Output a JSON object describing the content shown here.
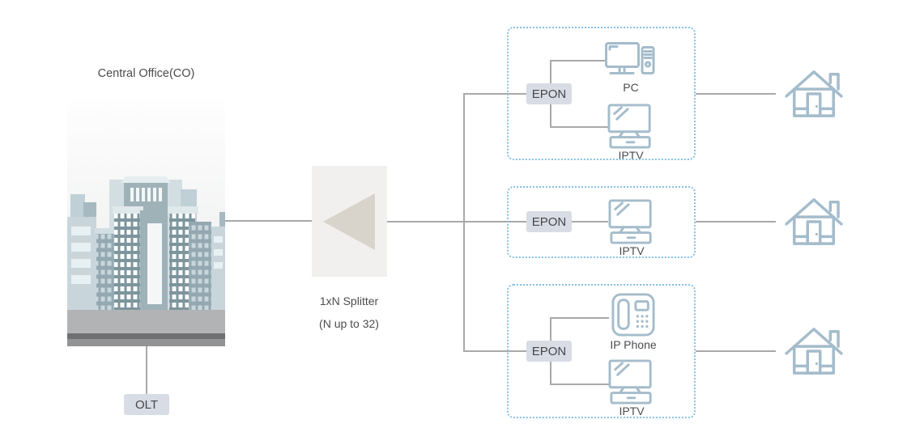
{
  "diagram_title": "EPON FTTH network diagram",
  "colors": {
    "connector_line": "#a9a9a9",
    "icon_stroke": "#a4bccb",
    "chip_bg": "#d8dce5",
    "text": "#4b4c4f",
    "group_border": "#86c0e9",
    "splitter_bg": "#f1f0ee",
    "splitter_triangle": "#d8d4cb"
  },
  "central_office": {
    "label": "Central Office(CO)",
    "olt_label": "OLT"
  },
  "splitter": {
    "label_line1": "1xN Splitter",
    "label_line2": "(N up to 32)"
  },
  "groups": [
    {
      "epon_label": "EPON",
      "devices": [
        {
          "type": "pc",
          "label": "PC"
        },
        {
          "type": "iptv",
          "label": "IPTV"
        }
      ]
    },
    {
      "epon_label": "EPON",
      "devices": [
        {
          "type": "iptv",
          "label": "IPTV"
        }
      ]
    },
    {
      "epon_label": "EPON",
      "devices": [
        {
          "type": "ip-phone",
          "label": "IP Phone"
        },
        {
          "type": "iptv",
          "label": "IPTV"
        }
      ]
    }
  ],
  "houses": [
    {
      "name": "subscriber-home-1"
    },
    {
      "name": "subscriber-home-2"
    },
    {
      "name": "subscriber-home-3"
    }
  ]
}
